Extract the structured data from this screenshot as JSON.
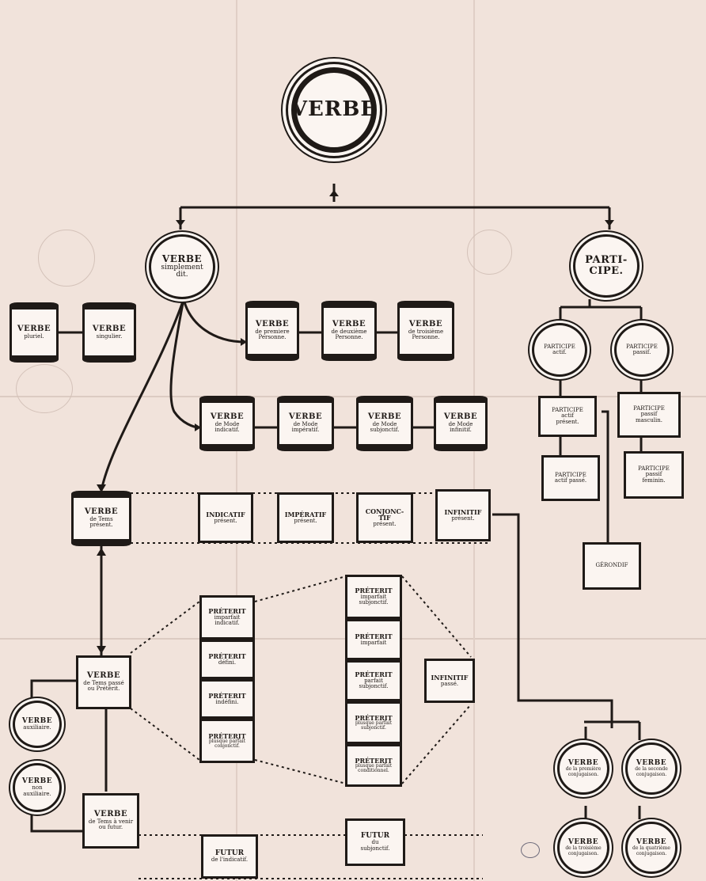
{
  "root": {
    "label": "VERBE"
  },
  "simplement": {
    "l1": "VERBE",
    "l2": "simplement",
    "l3": "dit."
  },
  "participe": {
    "l1": "PARTI-",
    "l2": "CIPE."
  },
  "nombre": [
    {
      "l1": "VERBE",
      "l2": "pluriel."
    },
    {
      "l1": "VERBE",
      "l2": "singulier."
    }
  ],
  "personne": [
    {
      "l1": "VERBE",
      "l2": "de premiere",
      "l3": "Personne."
    },
    {
      "l1": "VERBE",
      "l2": "de deuxième",
      "l3": "Personne."
    },
    {
      "l1": "VERBE",
      "l2": "de troisième",
      "l3": "Personne."
    }
  ],
  "mode": [
    {
      "l1": "VERBE",
      "l2": "de Mode",
      "l3": "indicatif."
    },
    {
      "l1": "VERBE",
      "l2": "de Mode",
      "l3": "impératif."
    },
    {
      "l1": "VERBE",
      "l2": "de Mode",
      "l3": "subjonctif."
    },
    {
      "l1": "VERBE",
      "l2": "de Mode",
      "l3": "infinitif."
    }
  ],
  "participe_types": [
    {
      "l1": "PARTICIPE",
      "l2": "actif."
    },
    {
      "l1": "PARTICIPE",
      "l2": "passif."
    }
  ],
  "participe_sub": [
    {
      "l1": "PARTICIPE",
      "l2": "actif",
      "l3": "présent."
    },
    {
      "l1": "PARTICIPE",
      "l2": "actif passé."
    },
    {
      "l1": "PARTICIPE",
      "l2": "passif",
      "l3": "masculin."
    },
    {
      "l1": "PARTICIPE",
      "l2": "passif",
      "l3": "feminin."
    }
  ],
  "gerondif": {
    "label": "GÉRONDIF"
  },
  "temps_present": {
    "l1": "VERBE",
    "l2": "de Tems",
    "l3": "présent."
  },
  "present_row": [
    {
      "l1": "INDICATIF",
      "l2": "présent."
    },
    {
      "l1": "IMPÉRATIF",
      "l2": "présent."
    },
    {
      "l1": "CONJONC-",
      "l2": "TIF",
      "l3": "présent."
    },
    {
      "l1": "INFINITIF",
      "l2": "présent."
    }
  ],
  "preterit_left": [
    {
      "l1": "PRÉTERIT",
      "l2": "imparfait",
      "l3": "indicatif."
    },
    {
      "l1": "PRÉTERIT",
      "l2": "défini."
    },
    {
      "l1": "PRÉTERIT",
      "l2": "indéfini."
    },
    {
      "l1": "PRÉTERIT",
      "l2": "plusque parfait",
      "l3": "conjonctif."
    }
  ],
  "preterit_right": [
    {
      "l1": "PRÉTERIT",
      "l2": "imparfait",
      "l3": "subjonctif."
    },
    {
      "l1": "PRÉTERIT",
      "l2": "imparfait"
    },
    {
      "l1": "PRÉTERIT",
      "l2": "parfait",
      "l3": "subjonctif."
    },
    {
      "l1": "PRÉTERIT",
      "l2": "plusque parfait",
      "l3": "subjonctif."
    },
    {
      "l1": "PRÉTERIT",
      "l2": "plusque parfait",
      "l3": "conditionnel."
    }
  ],
  "infinitif_passe": {
    "l1": "INFINITIF",
    "l2": "passé."
  },
  "temps_passe": {
    "l1": "VERBE",
    "l2": "de Tems passé",
    "l3": "ou Prétérit."
  },
  "auxiliaires": [
    {
      "l1": "VERBE",
      "l2": "auxiliaire."
    },
    {
      "l1": "VERBE",
      "l2": "non",
      "l3": "auxiliaire."
    }
  ],
  "temps_futur": {
    "l1": "VERBE",
    "l2": "de Tems à venir",
    "l3": "ou futur."
  },
  "futurs": [
    {
      "l1": "FUTUR",
      "l2": "de l'indicatif."
    },
    {
      "l1": "FUTUR",
      "l2": "du",
      "l3": "subjonctif."
    }
  ],
  "conjugaisons": [
    {
      "l1": "VERBE",
      "l2": "de la première",
      "l3": "conjugaison."
    },
    {
      "l1": "VERBE",
      "l2": "de la seconde",
      "l3": "conjugaison."
    },
    {
      "l1": "VERBE",
      "l2": "de la troisième",
      "l3": "conjugaison."
    },
    {
      "l1": "VERBE",
      "l2": "de la quatrième",
      "l3": "conjugaison."
    }
  ]
}
